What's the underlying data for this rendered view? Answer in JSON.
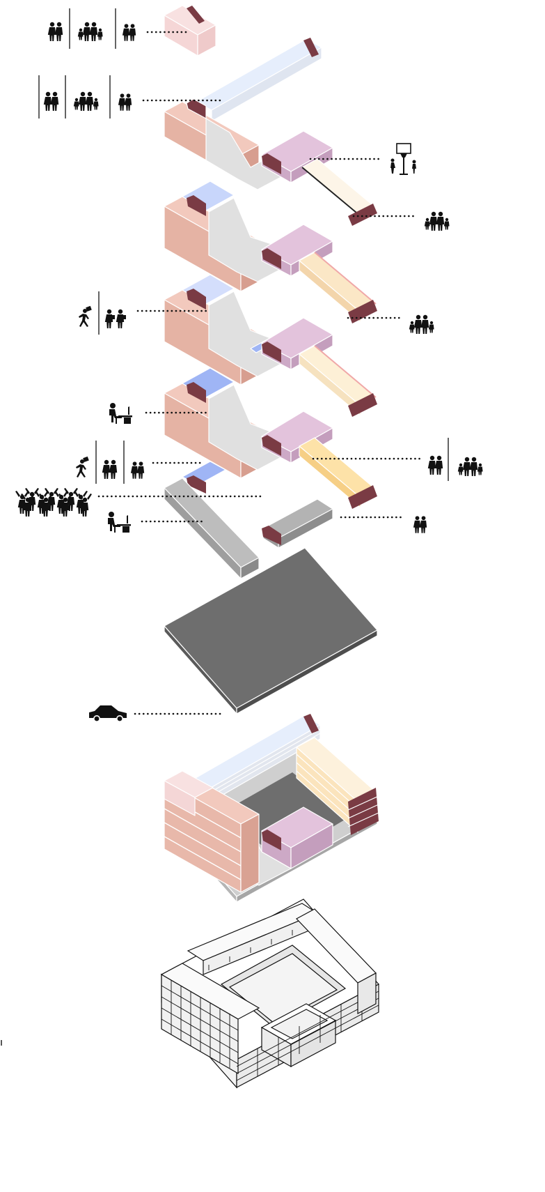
{
  "colors": {
    "housing_pink": "#f2c9bd",
    "housing_pink_side": "#dba899",
    "light_pink": "#f8e1e1",
    "light_blue": "#e6eefc",
    "mid_blue": "#c8d6fb",
    "strong_blue": "#9fb5f5",
    "lilac": "#e3c3dc",
    "lilac_side": "#c9a3c1",
    "cream": "#fdf1dc",
    "sand": "#fbe0b0",
    "core_maroon": "#7a3b44",
    "circulation_grey": "#dcdcdc",
    "ground_grey": "#a7a7a7",
    "parking_dark": "#6e6e6e",
    "ink": "#111111"
  },
  "layers": [
    {
      "id": "roof-attic",
      "color": "light_pink"
    },
    {
      "id": "floor-5",
      "color": "light_blue"
    },
    {
      "id": "floor-4",
      "color": "housing_pink"
    },
    {
      "id": "floor-3",
      "color": "housing_pink"
    },
    {
      "id": "floor-2",
      "color": "housing_pink"
    },
    {
      "id": "floor-1",
      "color": "housing_pink"
    },
    {
      "id": "ground-floor",
      "color": "ground_grey"
    },
    {
      "id": "underground-parking",
      "color": "parking_dark"
    },
    {
      "id": "assembled-massing",
      "color": "housing_pink"
    },
    {
      "id": "building-axonometric",
      "color": "#ffffff"
    }
  ],
  "legend_rows": [
    {
      "id": "roof",
      "icons": [
        "couple-icon",
        "family-icon",
        "elderly-couple-icon"
      ]
    },
    {
      "id": "floor-5",
      "icons": [
        "couple-icon",
        "family-icon",
        "elderly-couple-icon"
      ]
    },
    {
      "id": "floor-4-sport",
      "icons": [
        "basketball-hoop-icon"
      ]
    },
    {
      "id": "floor-4-family",
      "icons": [
        "family-icon"
      ]
    },
    {
      "id": "floor-3-left",
      "icons": [
        "runner-icon",
        "pupils-icon"
      ]
    },
    {
      "id": "floor-3-right",
      "icons": [
        "family-icon"
      ]
    },
    {
      "id": "floor-2-office",
      "icons": [
        "office-worker-icon"
      ]
    },
    {
      "id": "floor-1-left",
      "icons": [
        "runner-icon",
        "couple-icon",
        "elderly-couple-icon"
      ]
    },
    {
      "id": "floor-1-right",
      "icons": [
        "couple-icon",
        "family-icon"
      ]
    },
    {
      "id": "floor-1-crowd",
      "icons": [
        "crowd-icon"
      ]
    },
    {
      "id": "floor-1-office",
      "icons": [
        "office-worker-icon"
      ]
    },
    {
      "id": "floor-1-elderly",
      "icons": [
        "elderly-couple-icon"
      ]
    },
    {
      "id": "parking",
      "icons": [
        "car-icon"
      ]
    }
  ]
}
